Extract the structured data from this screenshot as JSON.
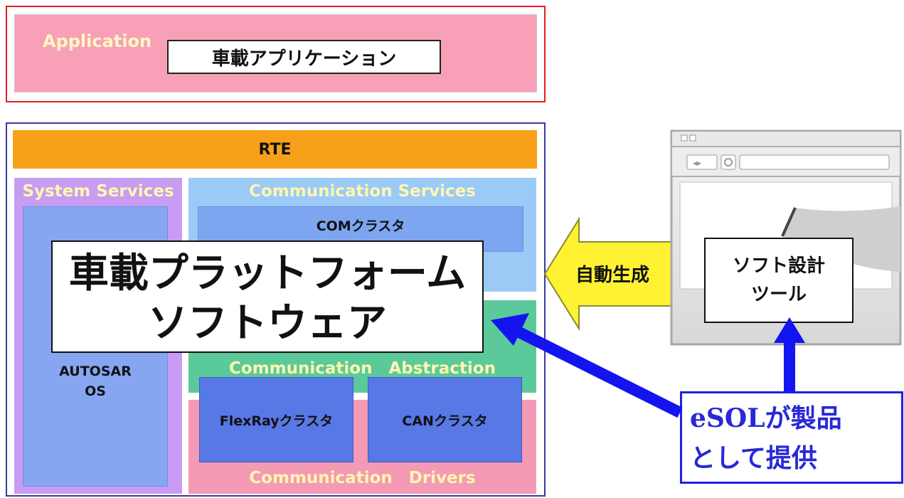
{
  "application": {
    "label": "Application",
    "app_box": "車載アプリケーション"
  },
  "rte": "RTE",
  "system_services": {
    "label": "System Services",
    "os": "AUTOSAR\nOS"
  },
  "communication_services": {
    "label": "Communication Services",
    "com_cluster": "COMクラスタ"
  },
  "communication_abstraction": {
    "label": "Communication　Abstraction"
  },
  "communication_drivers": {
    "label": "Communication　Drivers",
    "flexray": "FlexRayクラスタ",
    "can": "CANクラスタ"
  },
  "platform_software": {
    "line1": "車載プラットフォーム",
    "line2": "ソフトウェア"
  },
  "auto_generation": "自動生成",
  "tool": {
    "line1": "ソフト設計",
    "line2": "ツール"
  },
  "esol": {
    "line1": "eSOLが製品",
    "line2": "として提供"
  },
  "colors": {
    "application_layer": "#f8a0b8",
    "rte": "#f7a11a",
    "system_services": "#c79cf2",
    "communication_services": "#9ccaf6",
    "communication_abstraction": "#5cc99a",
    "communication_drivers": "#f49ab4",
    "cluster_blue": "#5878e6",
    "arrow_yellow": "#fff233",
    "arrow_blue": "#1414f0"
  }
}
